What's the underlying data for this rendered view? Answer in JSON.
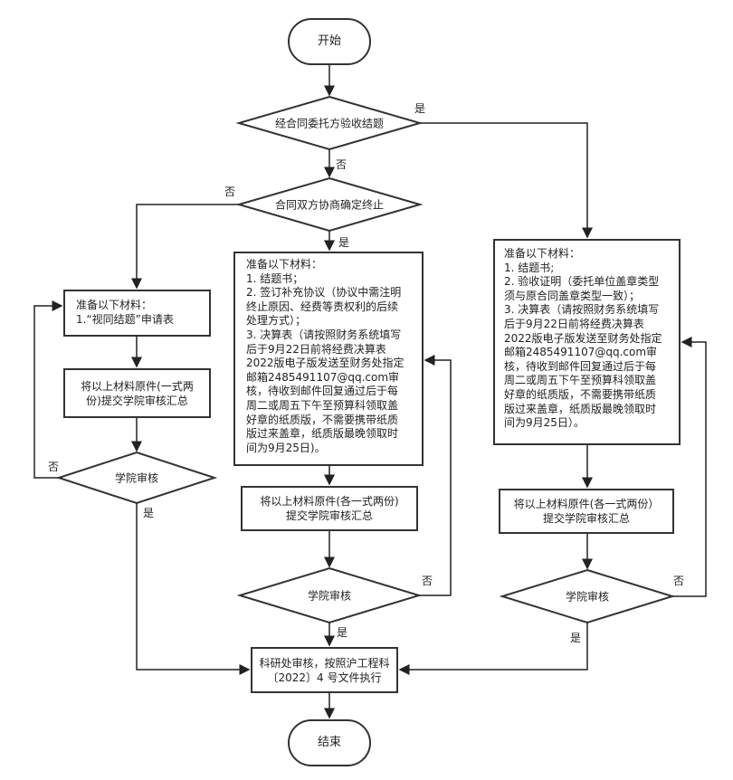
{
  "start": "开始",
  "end": "结束",
  "decision1": {
    "text": "经合同委托方验收结题",
    "yes": "是",
    "no": "否"
  },
  "decision2": {
    "text": "合同双方协商确定终止",
    "yes": "是",
    "no": "否"
  },
  "left": {
    "materials": [
      "准备以下材料：",
      "1.“视同结题”申请表"
    ],
    "submit": [
      "将以上材料原件(一式两",
      "份)提交学院审核汇总"
    ],
    "review": "学院审核",
    "yes": "是",
    "no": "否"
  },
  "middle": {
    "materials": [
      "准备以下材料：",
      "1. 结题书；",
      "2. 签订补充协议（协议中需注明",
      "终止原因、经费等责权利的后续",
      "处理方式）；",
      "3. 决算表（请按照财务系统填写",
      "后于9月22日前将经费决算表",
      "2022版电子版发送至财务处指定",
      "邮箱2485491107@qq.com审",
      "核，待收到邮件回复通过后于每",
      "周二或周五下午至预算科领取盖",
      "好章的纸质版，不需要携带纸质",
      "版过来盖章，纸质版最晚领取时",
      "间为9月25日)。"
    ],
    "submit": [
      "将以上材料原件(各一式两份)",
      "提交学院审核汇总"
    ],
    "review": "学院审核",
    "yes": "是",
    "no": "否"
  },
  "right": {
    "materials": [
      "准备以下材料：",
      "1. 结题书;",
      "2. 验收证明（委托单位盖章类型",
      "须与原合同盖章类型一致）；",
      "3. 决算表（请按照财务系统填写",
      "后于9月22日前将经费决算表",
      "2022版电子版发送至财务处指定",
      "邮箱2485491107@qq.com审",
      "核，待收到邮件回复通过后于每",
      "周二或周五下午至预算科领取盖",
      "好章的纸质版，不需要携带纸质",
      "版过来盖章，纸质版最晚领取时",
      "间为9月25日）。"
    ],
    "submit": [
      "将以上材料原件(各一式两份）",
      "提交学院审核汇总"
    ],
    "review": "学院审核",
    "yes": "是",
    "no": "否"
  },
  "final": [
    "科研处审核，按照沪工程科",
    "〔2022〕4 号文件执行"
  ]
}
